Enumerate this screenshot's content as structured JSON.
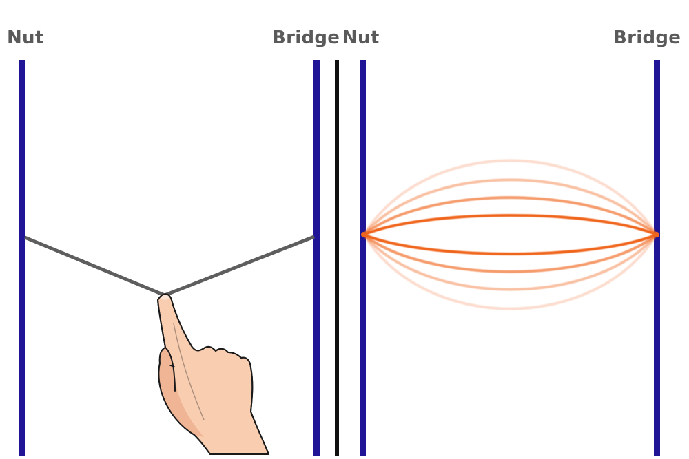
{
  "diagram": {
    "title": "Plucked string vibration between nut and bridge",
    "colors": {
      "support_bar": "#1f1596",
      "divider": "#111111",
      "plucked_string": "#5e5e5e",
      "vibration": "#f0651e",
      "label_text": "#5a5a5a",
      "skin": "#f9cdb0",
      "skin_shadow": "#efb595",
      "outline": "#1a1a1a"
    },
    "left_panel": {
      "state": "plucked",
      "labels": {
        "nut": "Nut",
        "bridge": "Bridge"
      },
      "hand_icon": "pointing-finger-pulling-string"
    },
    "right_panel": {
      "state": "vibrating",
      "labels": {
        "nut": "Nut",
        "bridge": "Bridge"
      },
      "vibration_modes": [
        {
          "amplitude": -1.0,
          "opacity": 0.22
        },
        {
          "amplitude": -0.74,
          "opacity": 0.4
        },
        {
          "amplitude": -0.5,
          "opacity": 0.65
        },
        {
          "amplitude": -0.26,
          "opacity": 1.0
        },
        {
          "amplitude": 0.26,
          "opacity": 1.0
        },
        {
          "amplitude": 0.5,
          "opacity": 0.65
        },
        {
          "amplitude": 0.74,
          "opacity": 0.4
        },
        {
          "amplitude": 1.0,
          "opacity": 0.22
        }
      ]
    }
  }
}
